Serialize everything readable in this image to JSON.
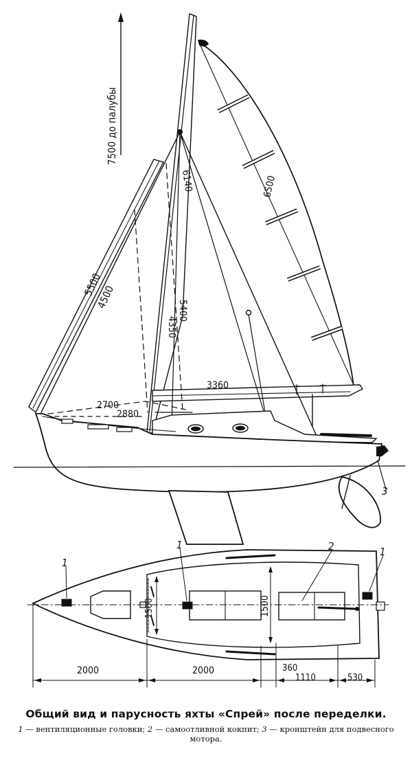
{
  "figure": {
    "title": "Общий вид и парусность яхты «Спрей» после переделки.",
    "legend": [
      {
        "num": "1",
        "text": "вентиляционные головки;"
      },
      {
        "num": "2",
        "text": "самоотливной кокпит;"
      },
      {
        "num": "3",
        "text": "кронштейн для подвесного мотора."
      }
    ]
  },
  "dimensions": {
    "height_to_deck": "7500 до палубы",
    "main_leech": "6500",
    "forestay": "6140",
    "jib_luff_outer": "5500",
    "jib_luff_inner": "4500",
    "mast_dim_a": "5400",
    "mast_dim_b": "4350",
    "boom_length": "3360",
    "jib_foot": "2700",
    "jib_foot_inner": "2880",
    "cockpit_width": "1500",
    "cabin_width": "1500",
    "plan_seg1": "2000",
    "plan_seg2": "2000",
    "plan_seg3": "360",
    "plan_seg4": "1110",
    "plan_seg5": "530"
  },
  "callouts": {
    "c1_left": "1",
    "c1_mid": "1",
    "c1_right": "1",
    "c2": "2",
    "c3": "3"
  }
}
